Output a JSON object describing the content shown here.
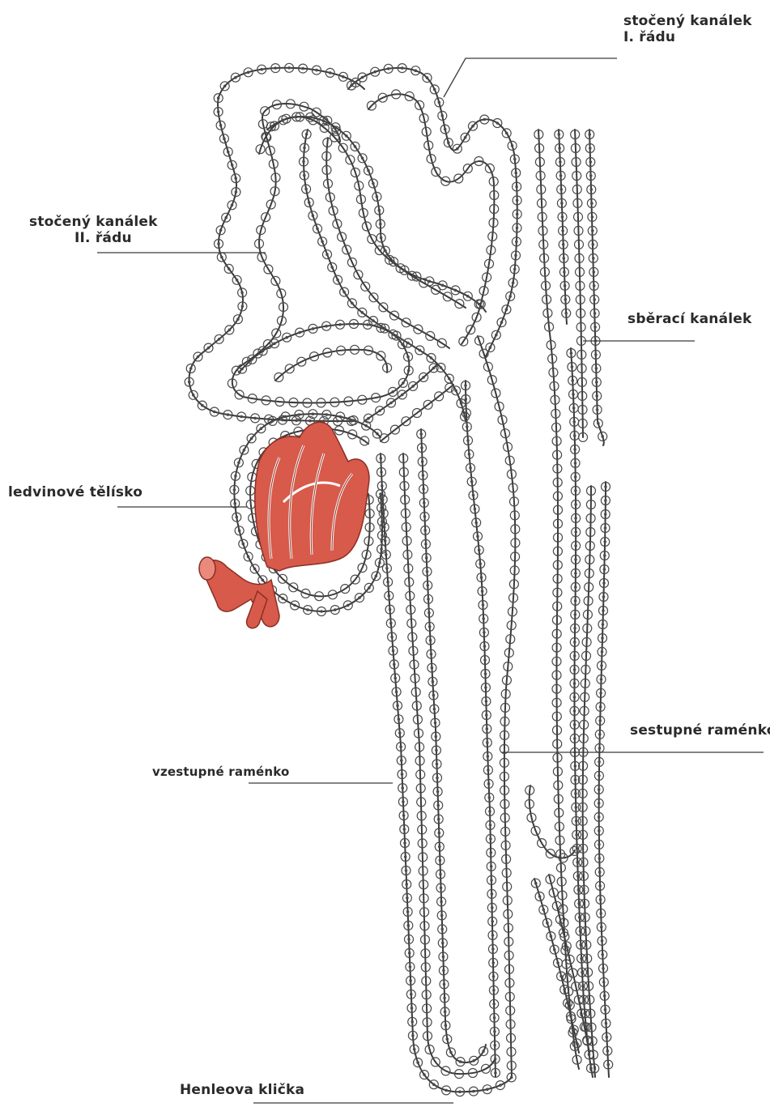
{
  "labels": {
    "proximal_tubule": {
      "line1": "stočený kanálek",
      "line2": "I. řádu"
    },
    "distal_tubule": {
      "line1": "stočený kanálek",
      "line2": "II. řádu"
    },
    "collecting_duct": "sběrací kanálek",
    "renal_corpuscle": "ledvinové tělísko",
    "descending_limb": "sestupné raménko",
    "ascending_limb": "vzestupné raménko",
    "henle_loop": "Henleova klička"
  },
  "colors": {
    "line": "#3a3a3a",
    "glomerulus": "#d85a4a",
    "glomerulus_dark": "#a93a2e",
    "background": "#ffffff"
  }
}
